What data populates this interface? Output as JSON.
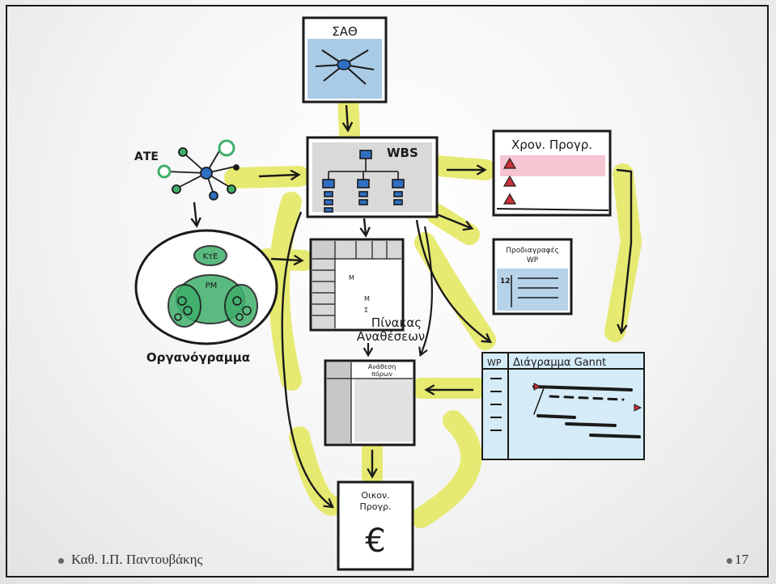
{
  "nodes": {
    "sath": "ΣΑΘ",
    "wbs": "WBS",
    "xron": "Χρον. Προγρ.",
    "ate": "ΑΤΕ",
    "kte": "ΚτΕ",
    "pm": "PM",
    "organogramma": "Οργανόγραμμα",
    "spec_line1": "Προδιαγραφές",
    "spec_line2": "WP",
    "spec_num": "12",
    "pinakas_line1": "Πίνακας",
    "pinakas_line2": "Αναθέσεων",
    "anathesi_line1": "Ανάθεση",
    "anathesi_line2": "πόρων",
    "gantt_wp": "WP",
    "gantt_title": "Διάγραμμα Gannt",
    "oikon_line1": "Οικον.",
    "oikon_line2": "Προγρ.",
    "euro": "€",
    "resp_m1": "M",
    "resp_m2": "M",
    "resp_sigma": "Σ"
  },
  "footer": {
    "author": "Καθ. Ι.Π. Παντουβάκης",
    "page": "17"
  },
  "colors": {
    "highlight": "#e4e85a",
    "ink": "#1a1a1a",
    "green": "#3fae6a",
    "blue": "#2e6fc4",
    "red": "#c9313a",
    "gantt_bg": "#d5ebf7",
    "gray_fill": "#b9b9b9"
  }
}
